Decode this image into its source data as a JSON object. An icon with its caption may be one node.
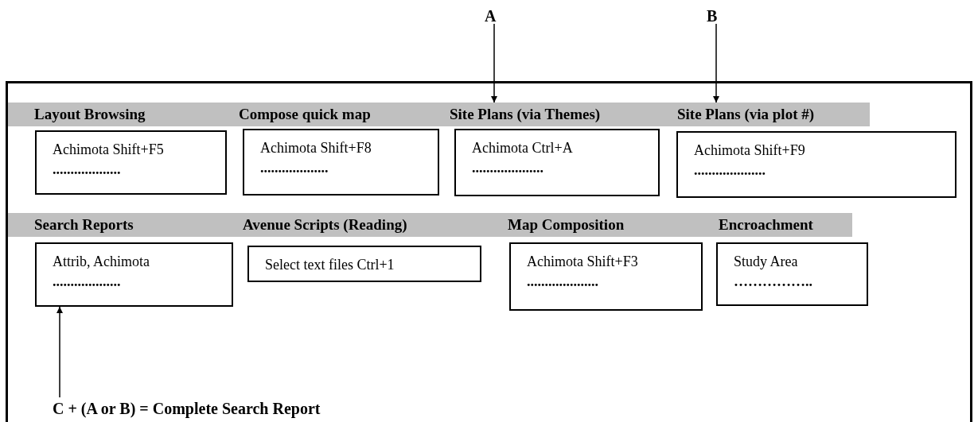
{
  "diagram": {
    "nodes": [
      {
        "text": [],
        "shape": "box"
      },
      {
        "text": [
          "A"
        ]
      },
      {
        "text": [
          "B"
        ]
      },
      {
        "text": [
          "Layout Browsing"
        ],
        "in": 0
      },
      {
        "text": [
          "Compose quick map"
        ],
        "in": 0
      },
      {
        "text": [
          "Site Plans (via Themes)"
        ],
        "in": 0
      },
      {
        "text": [
          "Site Plans (via plot #)"
        ],
        "in": 0
      },
      {
        "text": [
          "Achimota Shift+F5",
          "..................."
        ],
        "in": 0
      },
      {
        "text": [
          "Achimota Shift+F8",
          "..................."
        ],
        "in": 0
      },
      {
        "text": [
          "Achimota Ctrl+A",
          "...................."
        ],
        "in": 0
      },
      {
        "text": [
          "Achimota Shift+F9",
          "...................."
        ],
        "in": 0
      },
      {
        "text": [
          "Search Reports"
        ],
        "in": 0
      },
      {
        "text": [
          "Avenue Scripts (Reading)"
        ],
        "in": 0
      },
      {
        "text": [
          "Map Composition"
        ],
        "in": 0
      },
      {
        "text": [
          "Encroachment"
        ],
        "in": 0
      },
      {
        "text": [
          "Attrib, Achimota",
          "..................."
        ],
        "in": 0
      },
      {
        "text": [
          "Select text files  Ctrl+1"
        ],
        "in": 0
      },
      {
        "text": [
          "Achimota Shift+F3",
          "...................."
        ],
        "in": 0
      },
      {
        "text": [
          "Study Area",
          "…………….."
        ],
        "in": 0
      },
      {
        "text": [
          "C + (A or B) = Complete Search Report"
        ],
        "in": 0
      }
    ],
    "edges": [
      {
        "from": 1,
        "to": 5,
        "arrow": "to"
      },
      {
        "from": 2,
        "to": 6,
        "arrow": "to"
      },
      {
        "from": 19,
        "to": 15,
        "arrow": "to"
      }
    ]
  }
}
